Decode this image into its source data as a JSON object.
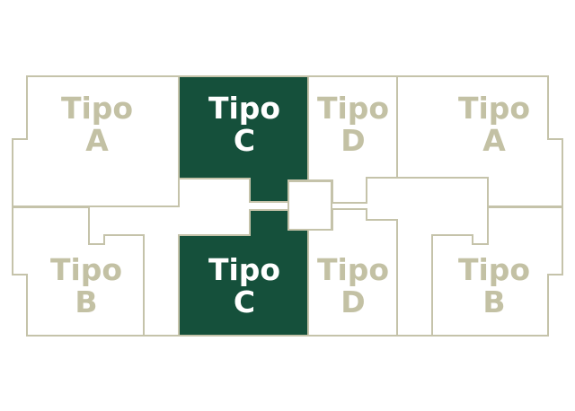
{
  "plan": {
    "units": [
      {
        "id": "a-left",
        "line1": "Tipo",
        "line2": "A",
        "active": false
      },
      {
        "id": "c-top",
        "line1": "Tipo",
        "line2": "C",
        "active": true
      },
      {
        "id": "d-top",
        "line1": "Tipo",
        "line2": "D",
        "active": false
      },
      {
        "id": "a-right",
        "line1": "Tipo",
        "line2": "A",
        "active": false
      },
      {
        "id": "b-left",
        "line1": "Tipo",
        "line2": "B",
        "active": false
      },
      {
        "id": "c-bottom",
        "line1": "Tipo",
        "line2": "C",
        "active": true
      },
      {
        "id": "d-bottom",
        "line1": "Tipo",
        "line2": "D",
        "active": false
      },
      {
        "id": "b-right",
        "line1": "Tipo",
        "line2": "B",
        "active": false
      }
    ]
  },
  "colors": {
    "highlight": "#15503b",
    "outline": "#c5c3aa",
    "inactive_text": "#c3c1a4",
    "active_text": "#ffffff"
  }
}
